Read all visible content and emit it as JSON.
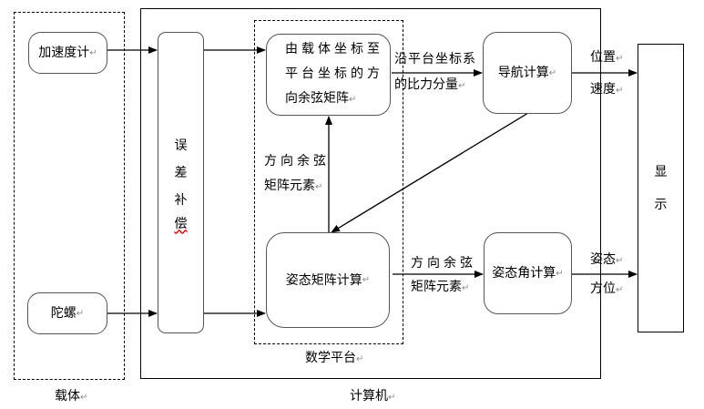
{
  "groups": {
    "carrier_label": "载体",
    "computer_label": "计算机",
    "math_platform_label": "数学平台"
  },
  "blocks": {
    "accelerometer": "加速度计",
    "gyroscope": "陀螺",
    "error_compensation": [
      "误",
      "差",
      "补",
      "偿"
    ],
    "dcm_body_to_platform": [
      "由载体坐标至",
      "平台坐标的方",
      "向余弦矩阵"
    ],
    "attitude_matrix_calc": "姿态矩阵计算",
    "navigation_calc": "导航计算",
    "attitude_angle_calc": "姿态角计算",
    "display": [
      "显",
      "示"
    ]
  },
  "edge_labels": {
    "specific_force": [
      "沿平台坐标系",
      "的比力分量"
    ],
    "dcm_elements_up": [
      "方向余弦",
      "矩阵元素"
    ],
    "dcm_elements_right": [
      "方向余弦",
      "矩阵元素"
    ],
    "position": "位置",
    "velocity": "速度",
    "attitude": "姿态",
    "heading": "方位"
  },
  "paragraph_mark": "↵"
}
